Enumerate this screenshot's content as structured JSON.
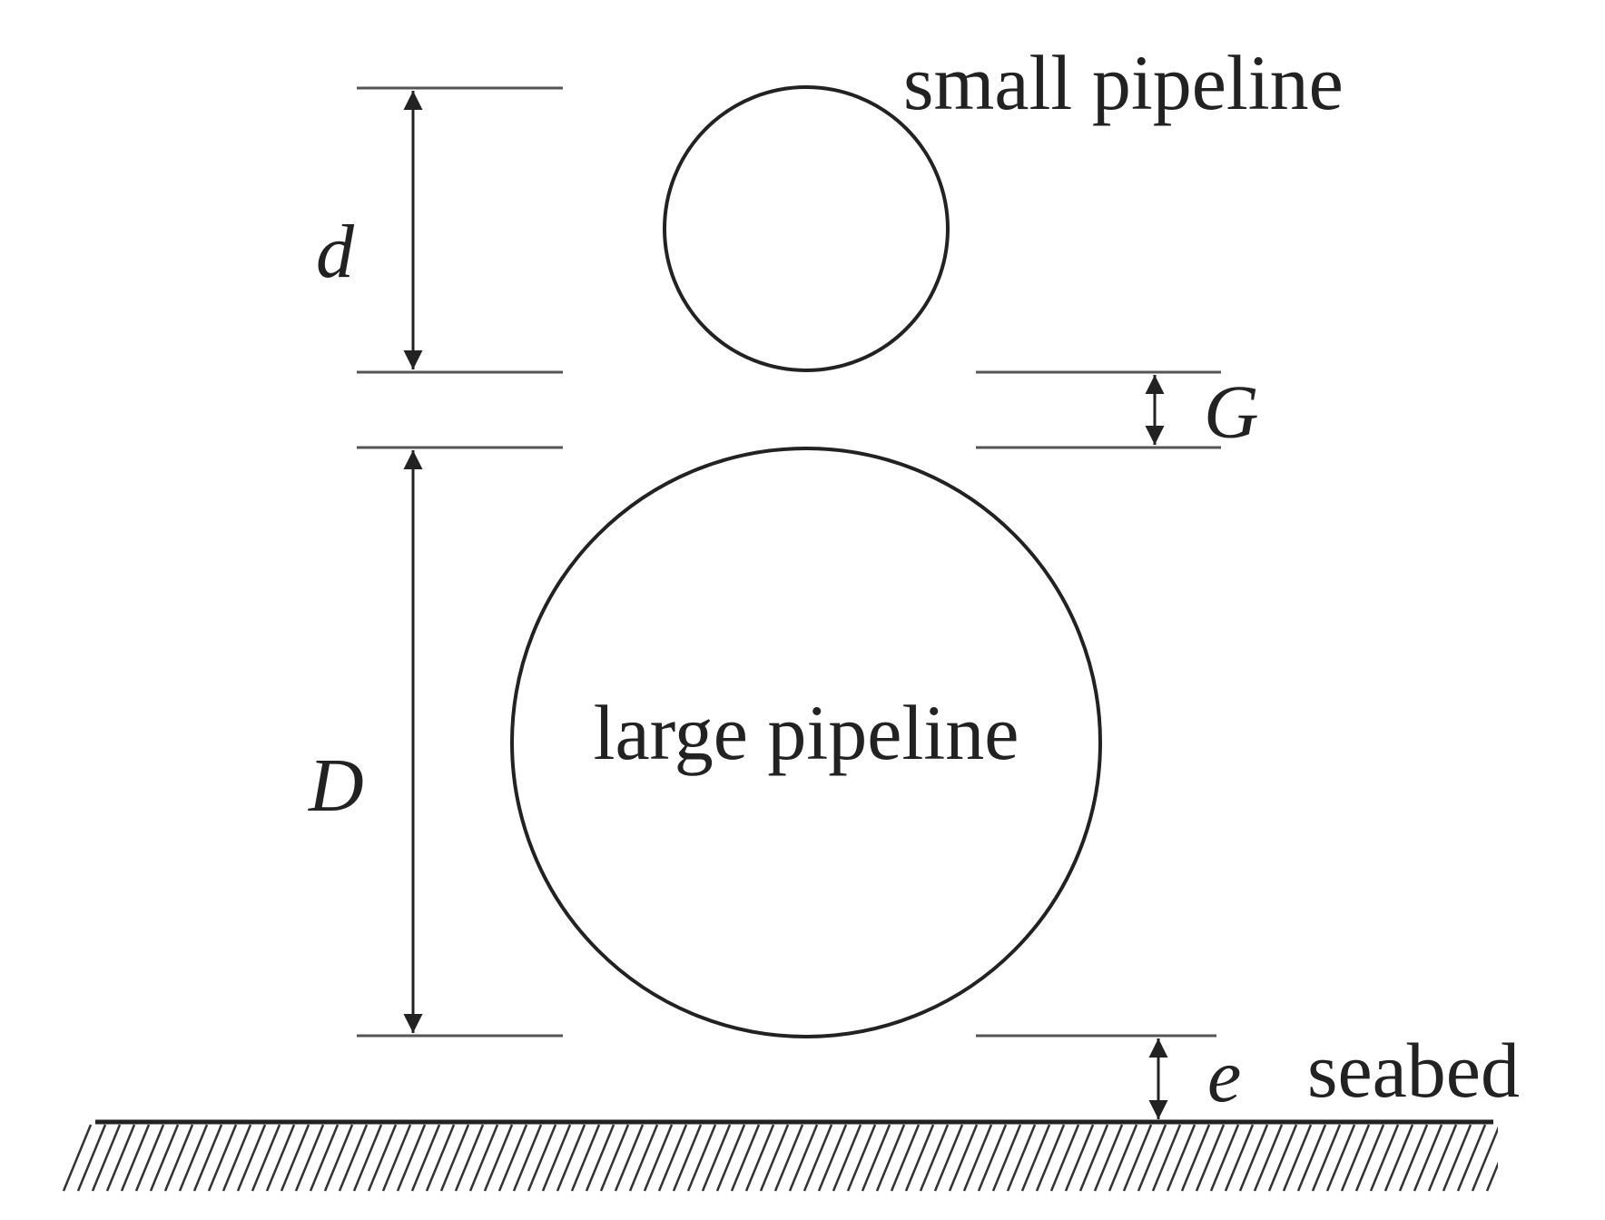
{
  "labels": {
    "small_pipeline": "small pipeline",
    "large_pipeline": "large pipeline",
    "seabed": "seabed"
  },
  "symbols": {
    "small_diameter": "d",
    "large_diameter": "D",
    "gap": "G",
    "seabed_gap": "e"
  },
  "colors": {
    "ink": "#222222",
    "guide": "#555555"
  }
}
